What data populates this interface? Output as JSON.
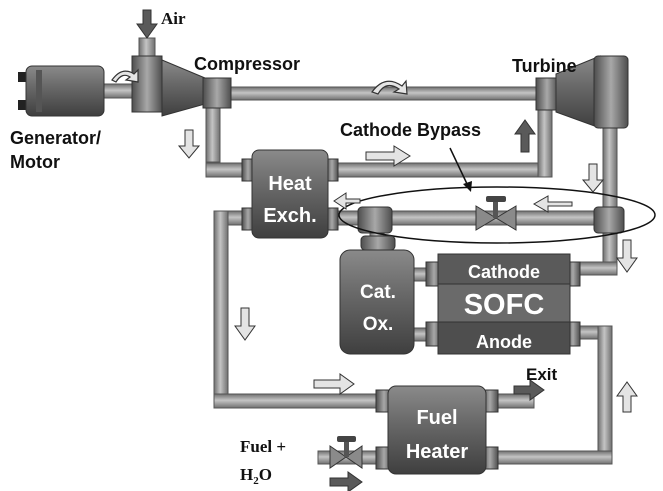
{
  "labels": {
    "air": "Air",
    "compressor": "Compressor",
    "turbine": "Turbine",
    "generator_line1": "Generator/",
    "generator_line2": "Motor",
    "cathode_bypass": "Cathode Bypass",
    "heat_exch_line1": "Heat",
    "heat_exch_line2": "Exch.",
    "cat_ox_line1": "Cat.",
    "cat_ox_line2": "Ox.",
    "cathode": "Cathode",
    "sofc": "SOFC",
    "anode": "Anode",
    "exit": "Exit",
    "fuel_heater_line1": "Fuel",
    "fuel_heater_line2": "Heater",
    "fuel_line1": "Fuel +",
    "fuel_line2_main": "H",
    "fuel_line2_sub": "2",
    "fuel_line2_end": "O"
  },
  "colors": {
    "pipe": "#9a9a9a",
    "pipe_edge": "#555555",
    "component": "#6e6e6e",
    "component_dark": "#4a4a4a",
    "arrow_light": "#e4e4e4",
    "arrow_dark": "#5a5a5a"
  },
  "icons": [
    "air-inlet-arrow",
    "rotation-arrow",
    "flow-arrow",
    "valve-icon",
    "bypass-ellipse"
  ]
}
